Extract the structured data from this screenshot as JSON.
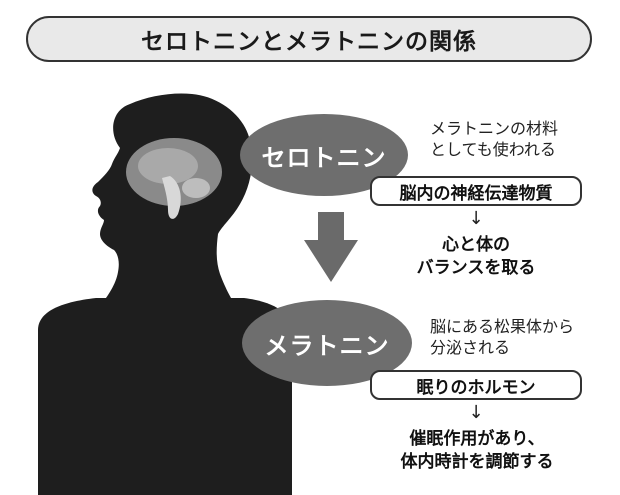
{
  "title": "セロトニンとメラトニンの関係",
  "serotonin": {
    "label": "セロトニン",
    "note_line1": "メラトニンの材料",
    "note_line2": "としても使われる",
    "box": "脳内の神経伝達物質",
    "arrow": "↓",
    "result_line1": "心と体の",
    "result_line2": "バランスを取る"
  },
  "melatonin": {
    "label": "メラトニン",
    "note_line1": "脳にある松果体から",
    "note_line2": "分泌される",
    "box": "眠りのホルモン",
    "arrow": "↓",
    "result_line1": "催眠作用があり、",
    "result_line2": "体内時計を調節する"
  },
  "colors": {
    "silhouette": "#1e1e1e",
    "ellipse": "#6e6e6e",
    "big_arrow": "#6a6a6a",
    "brain": "#8a8a8a"
  },
  "icons": {
    "silhouette": "human-head-silhouette",
    "brain": "brain-icon",
    "flow_arrow": "down-arrow-icon"
  }
}
